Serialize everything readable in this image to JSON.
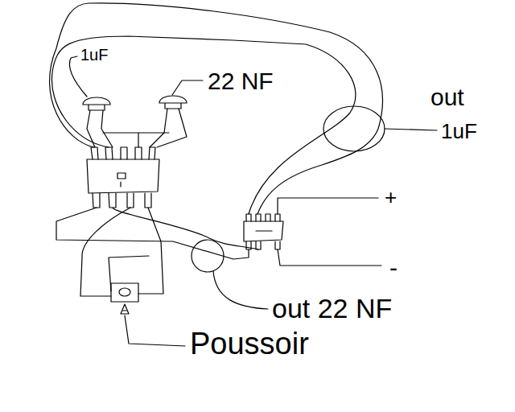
{
  "diagram": {
    "labels": [
      "1uF",
      "22 NF",
      "out",
      "1uF",
      "+",
      "-",
      "out 22 NF",
      "Poussoir"
    ]
  }
}
